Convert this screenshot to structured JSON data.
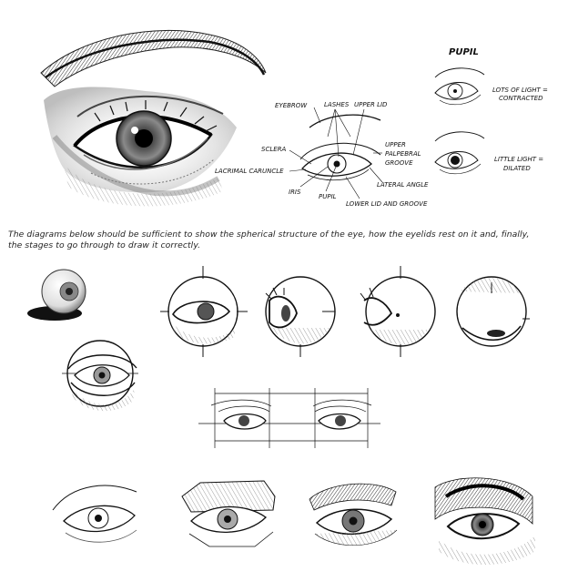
{
  "top_diagram": {
    "labels": {
      "eyebrow": "EYEBROW",
      "lashes": "LASHES",
      "upper_lid": "UPPER LID",
      "sclera": "SCLERA",
      "upper_palpebral_groove": [
        "UPPER",
        "PALPEBRAL",
        "GROOVE"
      ],
      "lacrimal_caruncle": "LACRIMAL CARUNCLE",
      "lateral_angle": "LATERAL ANGLE",
      "iris": "IRIS",
      "pupil": "PUPIL",
      "lower_lid_and_groove": "LOWER LID AND GROOVE"
    }
  },
  "pupil_panel": {
    "title": "PUPIL",
    "states": [
      {
        "lines": [
          "LOTS OF LIGHT =",
          "CONTRACTED"
        ]
      },
      {
        "lines": [
          "LITTLE LIGHT =",
          "DILATED"
        ]
      }
    ]
  },
  "caption": {
    "line1": "The diagrams below should be sufficient to show the spherical structure of the eye, how the eyelids rest on it and, finally,",
    "line2": "the stages to go through to draw it correctly."
  }
}
